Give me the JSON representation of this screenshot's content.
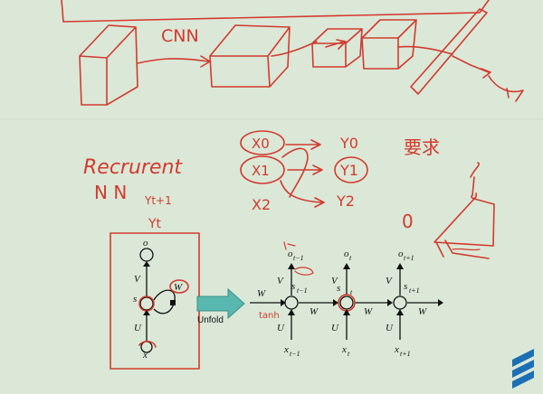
{
  "handwriting": {
    "cnn": "CNN",
    "recurrent_title": "Recrurent",
    "nn": "N N",
    "y_t1": "Yt+1",
    "yt_top": "Yt",
    "x0": "X0",
    "x1": "X1",
    "x2": "X2",
    "y0": "Y0",
    "y1": "Y1",
    "y2": "Y2",
    "cn_chars": "要求",
    "tan": "tanh",
    "zero": "0"
  },
  "diagram": {
    "folded": {
      "o": "o",
      "v": "V",
      "s": "s",
      "w": "W",
      "u": "U",
      "x": "x"
    },
    "unfold_label": "Unfold",
    "unrolled": {
      "o_prev": "o",
      "o_prev_sub": "t−1",
      "o_cur": "o",
      "o_cur_sub": "t",
      "o_next": "o",
      "o_next_sub": "t+1",
      "s_prev": "s",
      "s_prev_sub": "t−1",
      "s_cur": "s",
      "s_cur_sub": "t",
      "s_next": "s",
      "s_next_sub": "t+1",
      "x_prev": "x",
      "x_prev_sub": "t−1",
      "x_cur": "x",
      "x_cur_sub": "t",
      "x_next": "x",
      "x_next_sub": "t+1",
      "v": "V",
      "u": "U",
      "w": "W"
    }
  },
  "colors": {
    "background": "#dbe8d7",
    "ink": "#d23a2e",
    "arrow_fill": "#58b8b0",
    "logo": "#1c6fb5"
  }
}
